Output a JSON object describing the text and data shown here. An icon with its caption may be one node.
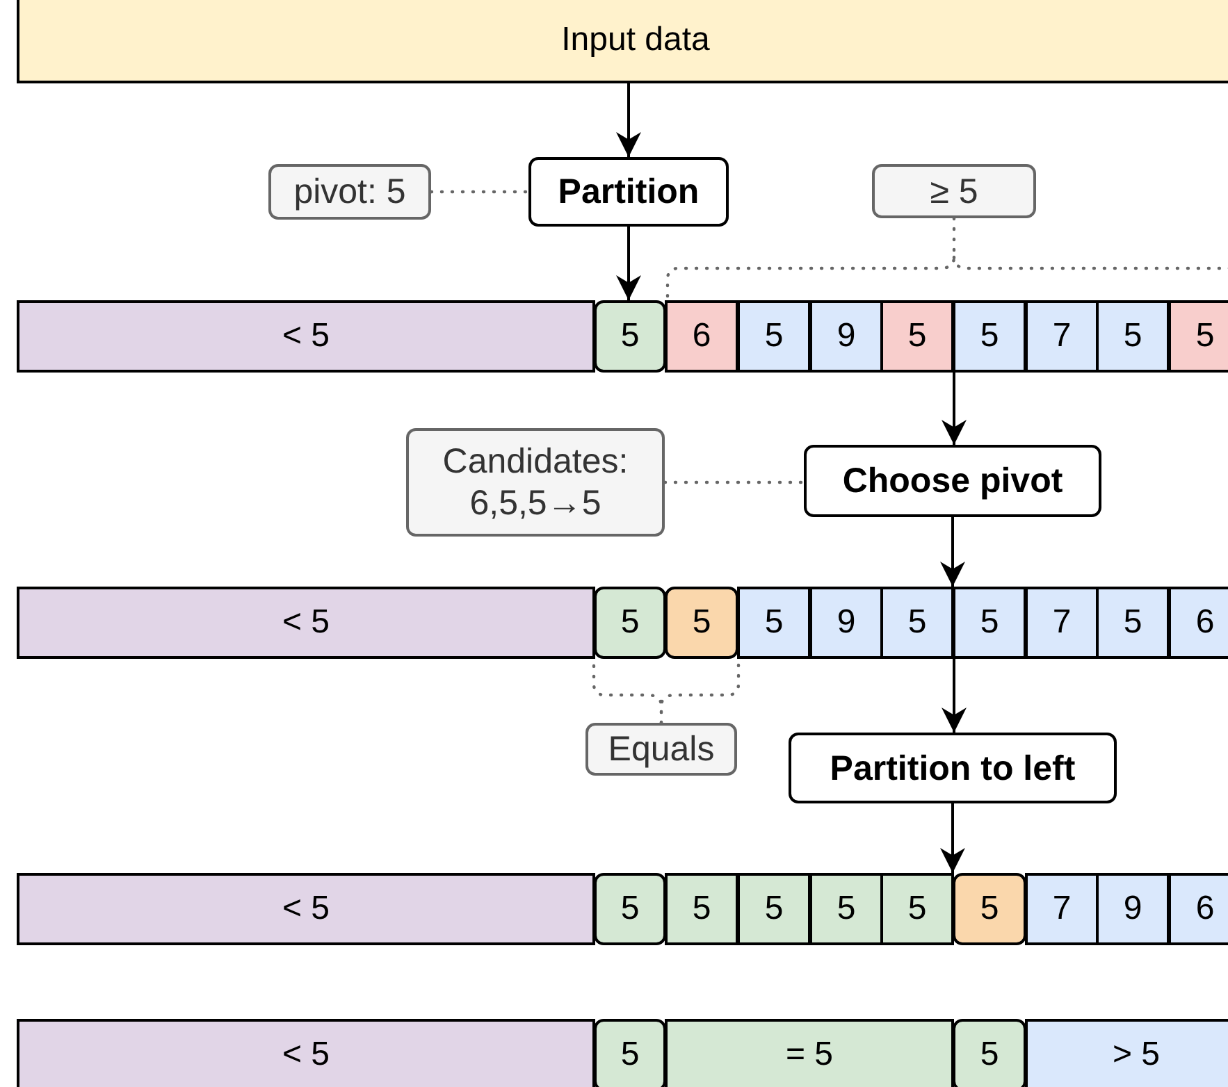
{
  "diagram": {
    "nodes": [
      {
        "text": [
          "Input data"
        ]
      },
      {
        "text": [
          "pivot: 5"
        ]
      },
      {
        "text": [
          "Partition"
        ]
      },
      {
        "text": [
          "≥ 5"
        ]
      },
      {
        "text": [
          "< 5"
        ]
      },
      {
        "text": [
          "5"
        ]
      },
      {
        "text": [
          "6"
        ]
      },
      {
        "text": [
          "5"
        ]
      },
      {
        "text": [
          "9"
        ]
      },
      {
        "text": [
          "5"
        ]
      },
      {
        "text": [
          "5"
        ]
      },
      {
        "text": [
          "7"
        ]
      },
      {
        "text": [
          "5"
        ]
      },
      {
        "text": [
          "5"
        ]
      },
      {
        "text": [
          "Candidates: 6,5,5→5"
        ]
      },
      {
        "text": [
          "Choose pivot"
        ]
      },
      {
        "text": [
          "< 5"
        ]
      },
      {
        "text": [
          "5"
        ]
      },
      {
        "text": [
          "5"
        ]
      },
      {
        "text": [
          "5"
        ]
      },
      {
        "text": [
          "9"
        ]
      },
      {
        "text": [
          "5"
        ]
      },
      {
        "text": [
          "5"
        ]
      },
      {
        "text": [
          "7"
        ]
      },
      {
        "text": [
          "5"
        ]
      },
      {
        "text": [
          "6"
        ]
      },
      {
        "text": [
          "Equals"
        ]
      },
      {
        "text": [
          "Partition to left"
        ]
      },
      {
        "text": [
          "< 5"
        ]
      },
      {
        "text": [
          "5"
        ]
      },
      {
        "text": [
          "5"
        ]
      },
      {
        "text": [
          "5"
        ]
      },
      {
        "text": [
          "5"
        ]
      },
      {
        "text": [
          "5"
        ]
      },
      {
        "text": [
          "5"
        ]
      },
      {
        "text": [
          "7"
        ]
      },
      {
        "text": [
          "9"
        ]
      },
      {
        "text": [
          "6"
        ]
      },
      {
        "text": [
          "< 5"
        ]
      },
      {
        "text": [
          "5"
        ]
      },
      {
        "text": [
          "= 5"
        ]
      },
      {
        "text": [
          "5"
        ]
      },
      {
        "text": [
          "> 5"
        ]
      }
    ],
    "edges": [
      {
        "from": 0,
        "to": 2,
        "arrow": "to"
      },
      {
        "from": 1,
        "to": 2,
        "arrow": "none",
        "style": "dashed",
        "color": "#666666"
      },
      {
        "from": 2,
        "to": 5,
        "arrow": "to"
      },
      {
        "from": 3,
        "to": 6,
        "arrow": "none",
        "style": "dashed",
        "color": "#666666"
      },
      {
        "from": 9,
        "to": 15,
        "arrow": "to"
      },
      {
        "from": 14,
        "to": 15,
        "arrow": "none",
        "style": "dashed",
        "color": "#666666"
      },
      {
        "from": 15,
        "to": 22,
        "arrow": "to"
      },
      {
        "from": 26,
        "to": 17,
        "arrow": "none",
        "style": "dashed",
        "color": "#666666"
      },
      {
        "from": 21,
        "to": 27,
        "arrow": "to"
      },
      {
        "from": 27,
        "to": 34,
        "arrow": "to"
      },
      {
        "from": 26,
        "to": 18,
        "arrow": "none",
        "style": "dashed",
        "color": "#666666"
      }
    ]
  }
}
